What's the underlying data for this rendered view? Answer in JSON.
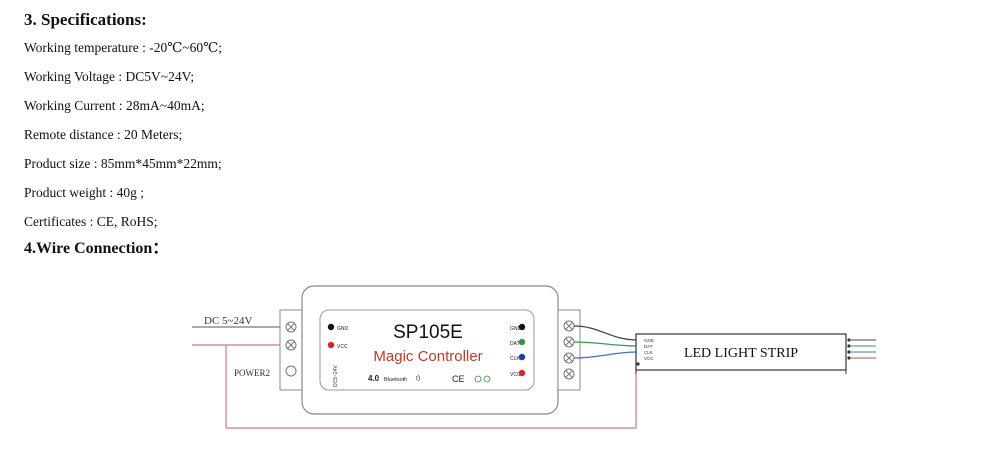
{
  "specifications": {
    "heading": "3. Specifications:",
    "items": [
      "Working temperature : -20℃~60℃;",
      "Working Voltage : DC5V~24V;",
      "Working Current : 28mA~40mA;",
      "Remote distance : 20 Meters;",
      "Product size : 85mm*45mm*22mm;",
      "Product weight : 40g ;",
      "Certificates : CE, RoHS;"
    ]
  },
  "wire_connection": {
    "heading": "4.Wire Connection：",
    "dc_label": "DC 5~24V",
    "power2_label": "POWER2",
    "controller": {
      "model": "SP105E",
      "name": "Magic Controller",
      "bt_version": "4.0",
      "bt_text": "Bluetooth",
      "cert_text": "CE",
      "vertical_text": "DC5~24V",
      "left_pins": [
        "GND",
        "VCC"
      ],
      "right_pins": [
        "GND",
        "DAT",
        "CLK",
        "VCC"
      ]
    },
    "strip": {
      "label": "LED LIGHT STRIP",
      "pins": [
        "GND",
        "DAT",
        "CLK",
        "VCC"
      ]
    },
    "colors": {
      "power_wire": "#d4738a",
      "gnd_wire": "#444444",
      "dat_wire": "#3a9a55",
      "clk_wire": "#4a6fbf",
      "vcc_wire": "#c84a5c",
      "logo_magic": "#c0392b",
      "logo_controller": "#2f6bc0"
    }
  }
}
